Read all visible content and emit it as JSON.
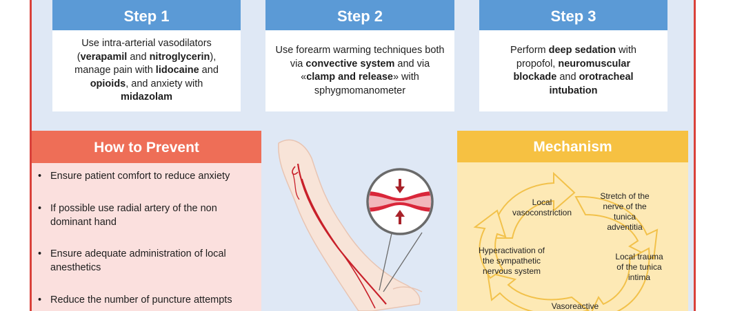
{
  "steps": [
    {
      "title": "Step 1",
      "body": [
        [
          "t",
          "Use intra-arterial vasodilators ("
        ],
        [
          "b",
          "verapamil"
        ],
        [
          "t",
          " and "
        ],
        [
          "b",
          "nitroglycerin"
        ],
        [
          "t",
          "), manage pain with "
        ],
        [
          "b",
          "lidocaine"
        ],
        [
          "t",
          " and "
        ],
        [
          "b",
          "opioids"
        ],
        [
          "t",
          ", and anxiety with "
        ],
        [
          "b",
          "midazolam"
        ]
      ]
    },
    {
      "title": "Step 2",
      "body": [
        [
          "t",
          "Use forearm warming techniques both via "
        ],
        [
          "b",
          "convective system"
        ],
        [
          "t",
          " and via «"
        ],
        [
          "b",
          "clamp and release"
        ],
        [
          "t",
          "» with sphygmomanometer"
        ]
      ]
    },
    {
      "title": "Step 3",
      "body": [
        [
          "t",
          "Perform "
        ],
        [
          "b",
          "deep sedation"
        ],
        [
          "t",
          " with propofol, "
        ],
        [
          "b",
          "neuromuscular blockade"
        ],
        [
          "t",
          " and "
        ],
        [
          "b",
          "orotracheal intubation"
        ]
      ]
    }
  ],
  "prevent": {
    "title": "How to Prevent",
    "items": [
      "Ensure patient comfort to reduce anxiety",
      "If possible use radial artery of the non dominant hand",
      "Ensure adequate administration of local anesthetics",
      "Reduce the number of puncture attempts"
    ]
  },
  "mechanism": {
    "title": "Mechanism",
    "labels": [
      "Local vasoconstriction",
      "Stretch of the nerve of the tunica adventitia",
      "Local trauma of the tunica intima",
      "Vasoreactive",
      "Hyperactivation of the sympathetic nervous system"
    ]
  },
  "colors": {
    "frame": "#d9413a",
    "step_header": "#5b9ad6",
    "prevent_header": "#ee6e57",
    "mechanism_header": "#f6c142",
    "artery": "#c8202a"
  }
}
